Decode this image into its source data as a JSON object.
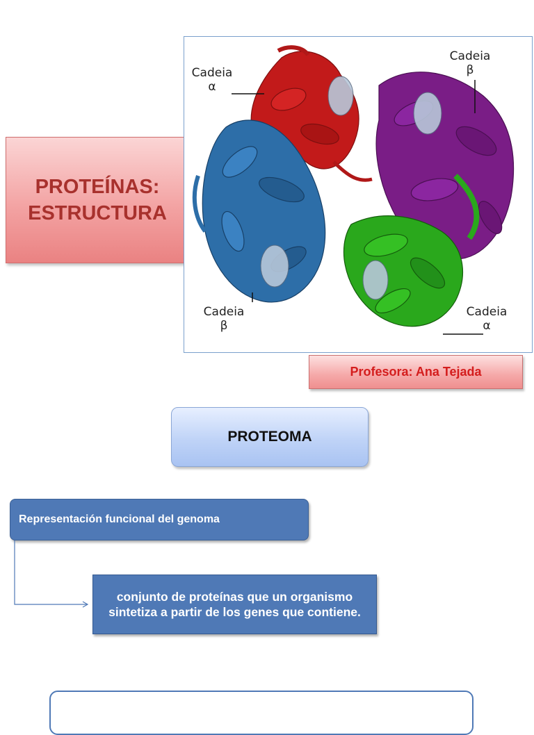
{
  "title": {
    "line1": "PROTEÍNAS:",
    "line2": "ESTRUCTURA"
  },
  "figure": {
    "labels": {
      "top_left_name": "Cadeia",
      "top_left_greek": "α",
      "top_right_name": "Cadeia",
      "top_right_greek": "β",
      "bottom_left_name": "Cadeia",
      "bottom_left_greek": "β",
      "bottom_right_name": "Cadeia",
      "bottom_right_greek": "α"
    },
    "colors": {
      "red_chain": "#c21a1a",
      "purple_chain": "#7a1d86",
      "blue_chain": "#2d6ea8",
      "green_chain": "#2aa81c"
    }
  },
  "author": "Profesora: Ana Tejada",
  "proteoma": "PROTEOMA",
  "representation": "Representación funcional del genoma",
  "definition": "conjunto de proteínas que un organismo sintetiza a partir de los genes que contiene."
}
